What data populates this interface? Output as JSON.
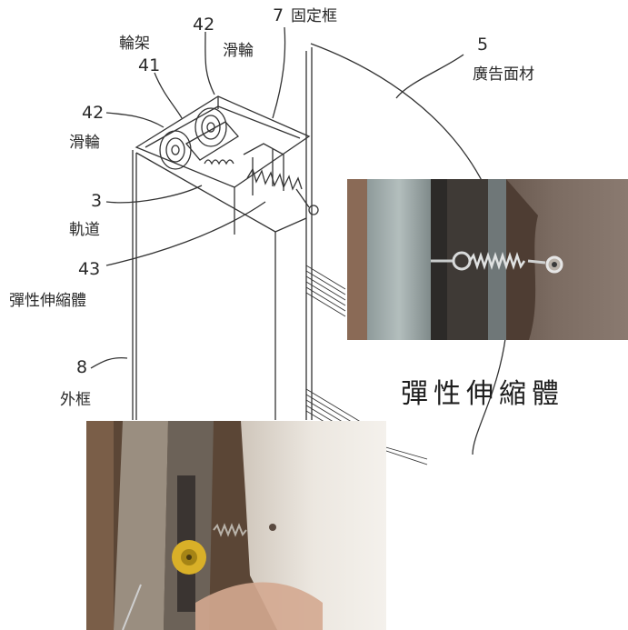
{
  "callouts": [
    {
      "id": "7",
      "number": "7",
      "text": "固定框"
    },
    {
      "id": "42a",
      "number": "42",
      "text": "滑輪"
    },
    {
      "id": "41",
      "number": "41",
      "text": "輪架"
    },
    {
      "id": "5",
      "number": "5",
      "text": "廣告面材"
    },
    {
      "id": "42b",
      "number": "42",
      "text": "滑輪"
    },
    {
      "id": "3",
      "number": "3",
      "text": "軌道"
    },
    {
      "id": "43",
      "number": "43",
      "text": "彈性伸縮體"
    },
    {
      "id": "8",
      "number": "8",
      "text": "外框"
    }
  ],
  "photo_caption": "彈性伸縮體",
  "colors": {
    "line": "#333333",
    "photo_wall": "#5e4a3a",
    "photo_metal": "#a7b3b3",
    "photo_fabric": "#e8e2da",
    "photo_pulley": "#d9b028"
  }
}
